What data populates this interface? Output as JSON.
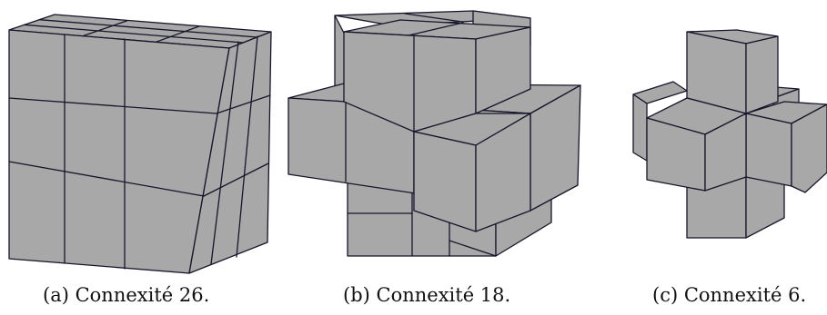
{
  "figure": {
    "colors": {
      "face": "#a8a8a8",
      "edge": "#15152a"
    },
    "panels": [
      {
        "caption": "(a) Connexité 26.",
        "neighbors": 26,
        "shape": "3x3x3-cube"
      },
      {
        "caption": "(b) Connexité 18.",
        "neighbors": 18,
        "shape": "cube-without-corners"
      },
      {
        "caption": "(c) Connexité 6.",
        "neighbors": 6,
        "shape": "3d-cross"
      }
    ]
  }
}
